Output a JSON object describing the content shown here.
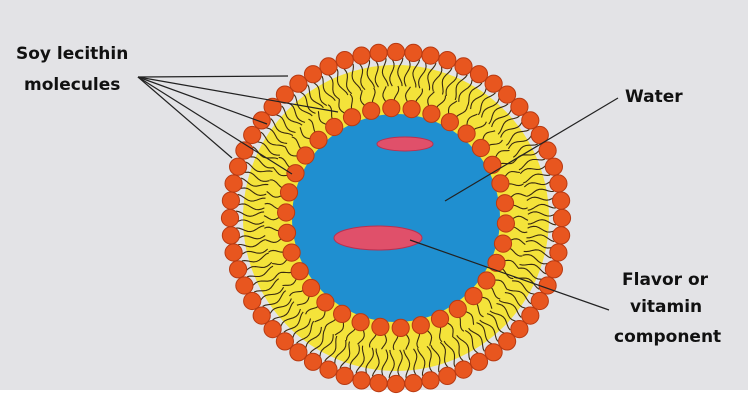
{
  "labels": {
    "lecithin_line1": "Soy lecithin",
    "lecithin_line2": "molecules",
    "water": "Water",
    "flavor_line1": "Flavor or",
    "flavor_line2": "vitamin",
    "flavor_line3": "component"
  },
  "colors": {
    "background": "#e3e3e6",
    "lipid_head": "#e8561f",
    "lipid_head_outline": "#b83a12",
    "lipid_tail_band": "#f4e33a",
    "lipid_tail_line": "#3a2a10",
    "water_core": "#1f8fd0",
    "flavor_component": "#e0506a",
    "leader_line": "#222222"
  }
}
